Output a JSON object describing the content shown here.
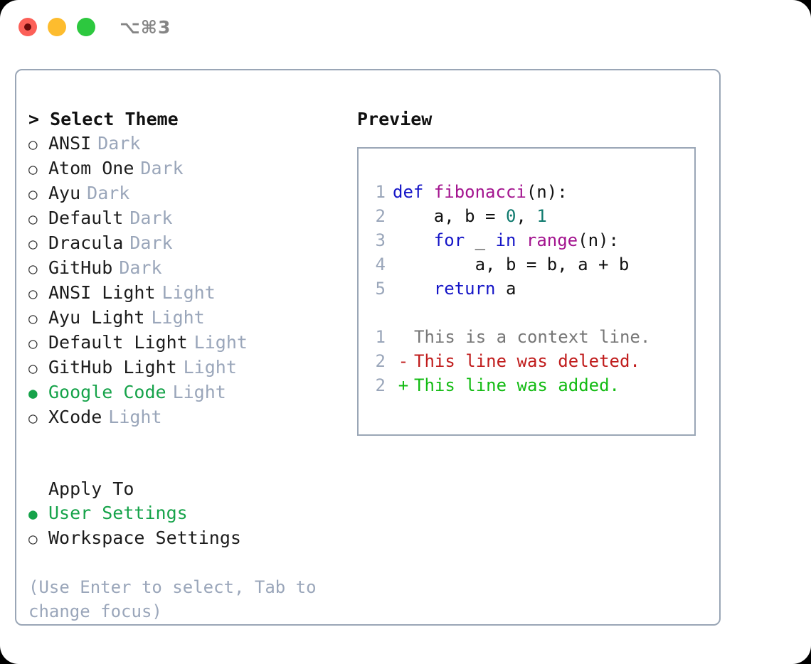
{
  "window": {
    "shortcut": "⌥⌘3",
    "traffic_lights": [
      "close",
      "minimize",
      "maximize"
    ],
    "accent_green": "#16a34a",
    "muted_tag": "#9aa6ba",
    "border": "#9aa6b6"
  },
  "left": {
    "title": "> Select Theme",
    "caret": ">",
    "title_text": "Select Theme",
    "themes": [
      {
        "bullet": "○",
        "label": "ANSI",
        "tag": "Dark",
        "selected": false
      },
      {
        "bullet": "○",
        "label": "Atom One",
        "tag": "Dark",
        "selected": false
      },
      {
        "bullet": "○",
        "label": "Ayu",
        "tag": "Dark",
        "selected": false
      },
      {
        "bullet": "○",
        "label": "Default",
        "tag": "Dark",
        "selected": false
      },
      {
        "bullet": "○",
        "label": "Dracula",
        "tag": "Dark",
        "selected": false
      },
      {
        "bullet": "○",
        "label": "GitHub",
        "tag": "Dark",
        "selected": false
      },
      {
        "bullet": "○",
        "label": "ANSI Light",
        "tag": "Light",
        "selected": false
      },
      {
        "bullet": "○",
        "label": "Ayu Light",
        "tag": "Light",
        "selected": false
      },
      {
        "bullet": "○",
        "label": "Default Light",
        "tag": "Light",
        "selected": false
      },
      {
        "bullet": "○",
        "label": "GitHub Light",
        "tag": "Light",
        "selected": false
      },
      {
        "bullet": "●",
        "label": "Google Code",
        "tag": "Light",
        "selected": true
      },
      {
        "bullet": "○",
        "label": "XCode",
        "tag": "Light",
        "selected": false
      }
    ],
    "apply_to_heading": "Apply To",
    "apply_to": [
      {
        "bullet": "●",
        "label": "User Settings",
        "selected": true
      },
      {
        "bullet": "○",
        "label": "Workspace Settings",
        "selected": false
      }
    ],
    "hint": "(Use Enter to select, Tab to change focus)"
  },
  "right": {
    "preview_heading": "Preview",
    "code_lines": [
      {
        "num": "1",
        "tokens": [
          {
            "t": "def ",
            "c": "kw"
          },
          {
            "t": "fibonacci",
            "c": "fn"
          },
          {
            "t": "(n):",
            "c": "pl"
          }
        ]
      },
      {
        "num": "2",
        "tokens": [
          {
            "t": "    a, b = ",
            "c": "pl"
          },
          {
            "t": "0",
            "c": "num"
          },
          {
            "t": ", ",
            "c": "pl"
          },
          {
            "t": "1",
            "c": "num"
          }
        ]
      },
      {
        "num": "3",
        "tokens": [
          {
            "t": "    ",
            "c": "pl"
          },
          {
            "t": "for",
            "c": "kw"
          },
          {
            "t": " _ ",
            "c": "pl"
          },
          {
            "t": "in",
            "c": "kw"
          },
          {
            "t": " ",
            "c": "pl"
          },
          {
            "t": "range",
            "c": "fn"
          },
          {
            "t": "(n):",
            "c": "pl"
          }
        ]
      },
      {
        "num": "4",
        "tokens": [
          {
            "t": "        a, b = b, a + b",
            "c": "pl"
          }
        ]
      },
      {
        "num": "5",
        "tokens": [
          {
            "t": "    ",
            "c": "pl"
          },
          {
            "t": "return",
            "c": "kw"
          },
          {
            "t": " a",
            "c": "pl"
          }
        ]
      }
    ],
    "diff_lines": [
      {
        "num": "1",
        "mark": " ",
        "text": "This is a context line.",
        "kind": "ctx"
      },
      {
        "num": "2",
        "mark": "-",
        "text": "This line was deleted.",
        "kind": "del"
      },
      {
        "num": "2",
        "mark": "+",
        "text": "This line was added.",
        "kind": "add"
      }
    ]
  }
}
